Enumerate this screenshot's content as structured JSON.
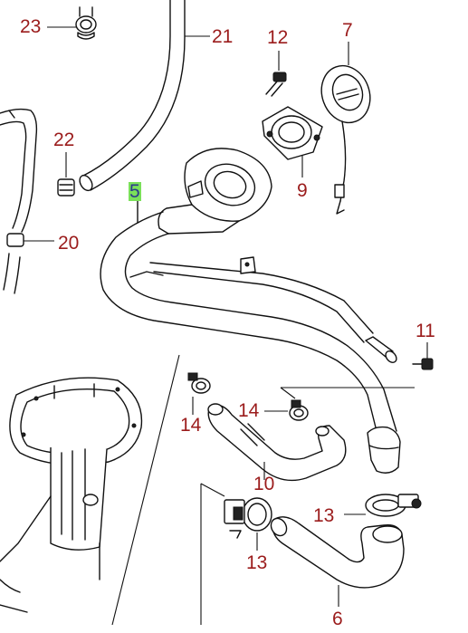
{
  "labels": {
    "p5": "5",
    "p6": "6",
    "p7": "7",
    "p9": "9",
    "p10": "10",
    "p11": "11",
    "p12": "12",
    "p13a": "13",
    "p13b": "13",
    "p14a": "14",
    "p14b": "14",
    "p20": "20",
    "p21": "21",
    "p22": "22",
    "p23": "23"
  },
  "colors": {
    "label_text": "#9b1c1c",
    "highlight_bg": "#7be05a",
    "highlight_text": "#2c3a8c",
    "line": "#111111"
  }
}
